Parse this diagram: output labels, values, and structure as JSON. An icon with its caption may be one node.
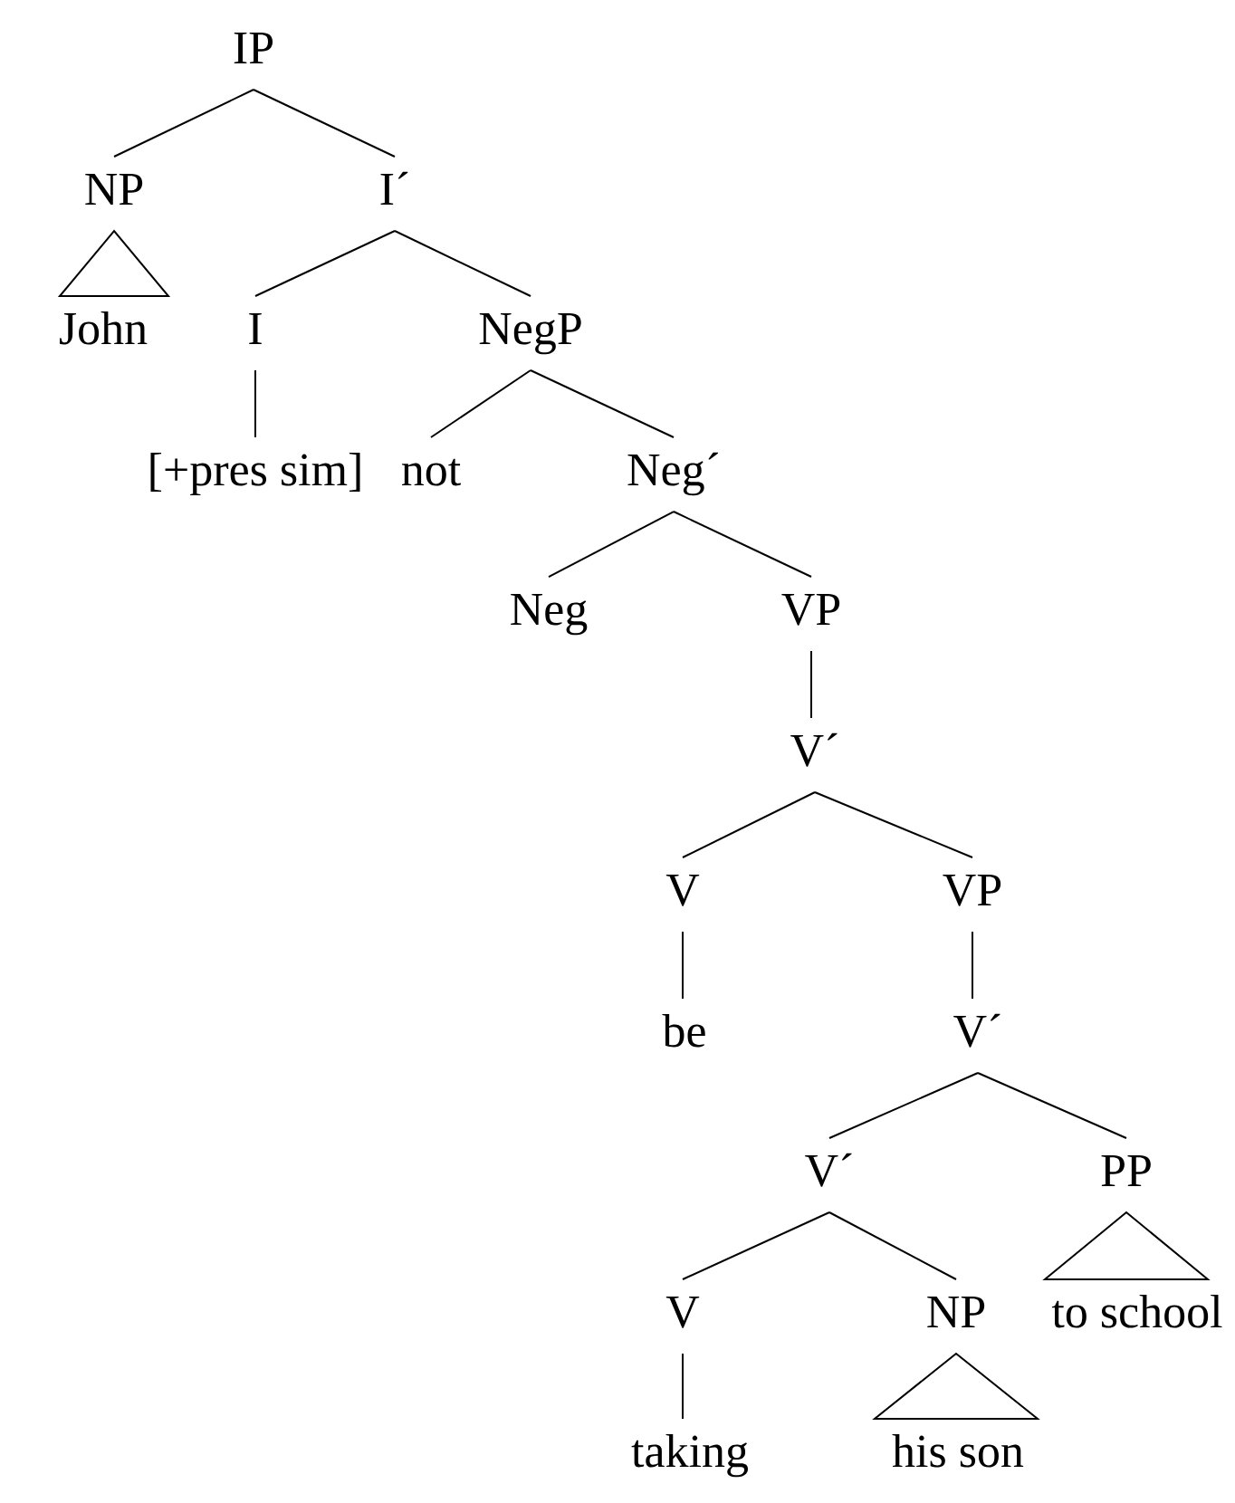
{
  "diagram": {
    "nodes": [
      {
        "text": [
          "IP"
        ]
      },
      {
        "text": [
          "NP"
        ]
      },
      {
        "text": [
          "I´"
        ]
      },
      {
        "text": [
          "John"
        ]
      },
      {
        "text": [
          "I"
        ]
      },
      {
        "text": [
          "NegP"
        ]
      },
      {
        "text": [
          "[+pres sim]"
        ]
      },
      {
        "text": [
          "not"
        ]
      },
      {
        "text": [
          "Neg´"
        ]
      },
      {
        "text": [
          "Neg"
        ]
      },
      {
        "text": [
          "VP"
        ]
      },
      {
        "text": [
          "V´"
        ]
      },
      {
        "text": [
          "V"
        ]
      },
      {
        "text": [
          "VP"
        ]
      },
      {
        "text": [
          "be"
        ]
      },
      {
        "text": [
          "V´"
        ]
      },
      {
        "text": [
          "V´"
        ]
      },
      {
        "text": [
          "PP"
        ]
      },
      {
        "text": [
          "V"
        ]
      },
      {
        "text": [
          "NP"
        ]
      },
      {
        "text": [
          "to school"
        ]
      },
      {
        "text": [
          "taking"
        ]
      },
      {
        "text": [
          "his son"
        ]
      }
    ],
    "edges": [
      {
        "from": 0,
        "to": 1,
        "arrow": "none"
      },
      {
        "from": 0,
        "to": 2,
        "arrow": "none"
      },
      {
        "from": 1,
        "to": 3,
        "arrow": "none"
      },
      {
        "from": 2,
        "to": 4,
        "arrow": "none"
      },
      {
        "from": 2,
        "to": 5,
        "arrow": "none"
      },
      {
        "from": 4,
        "to": 6,
        "arrow": "none"
      },
      {
        "from": 5,
        "to": 7,
        "arrow": "none"
      },
      {
        "from": 5,
        "to": 8,
        "arrow": "none"
      },
      {
        "from": 8,
        "to": 9,
        "arrow": "none"
      },
      {
        "from": 8,
        "to": 10,
        "arrow": "none"
      },
      {
        "from": 10,
        "to": 11,
        "arrow": "none"
      },
      {
        "from": 11,
        "to": 12,
        "arrow": "none"
      },
      {
        "from": 11,
        "to": 13,
        "arrow": "none"
      },
      {
        "from": 12,
        "to": 14,
        "arrow": "none"
      },
      {
        "from": 13,
        "to": 15,
        "arrow": "none"
      },
      {
        "from": 15,
        "to": 16,
        "arrow": "none"
      },
      {
        "from": 15,
        "to": 17,
        "arrow": "none"
      },
      {
        "from": 16,
        "to": 18,
        "arrow": "none"
      },
      {
        "from": 16,
        "to": 19,
        "arrow": "none"
      },
      {
        "from": 17,
        "to": 20,
        "arrow": "none"
      },
      {
        "from": 18,
        "to": 21,
        "arrow": "none"
      },
      {
        "from": 19,
        "to": 22,
        "arrow": "none"
      }
    ]
  }
}
